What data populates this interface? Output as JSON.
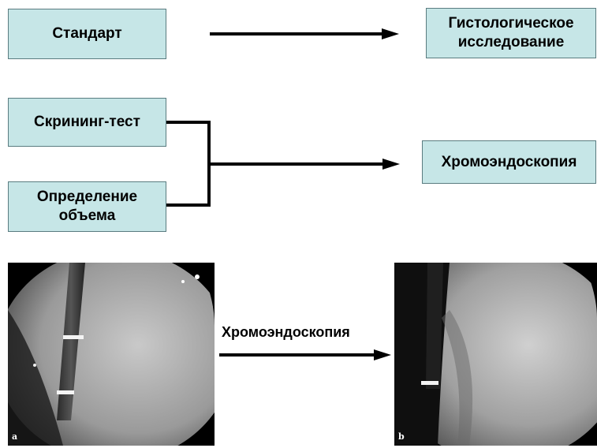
{
  "top": {
    "standard_label": "Стандарт",
    "histology_label": "Гистологическое исследование"
  },
  "middle": {
    "screening_label": "Скрининг-тест",
    "volume_label": "Определение объема",
    "chromo_label": "Хромоэндоскопия"
  },
  "bottom": {
    "arrow_caption": "Хромоэндоскопия",
    "photo_a_letter": "a",
    "photo_b_letter": "b"
  },
  "colors": {
    "box_fill": "#c6e6e7",
    "box_border": "#5a7c80",
    "arrow": "#000000"
  }
}
